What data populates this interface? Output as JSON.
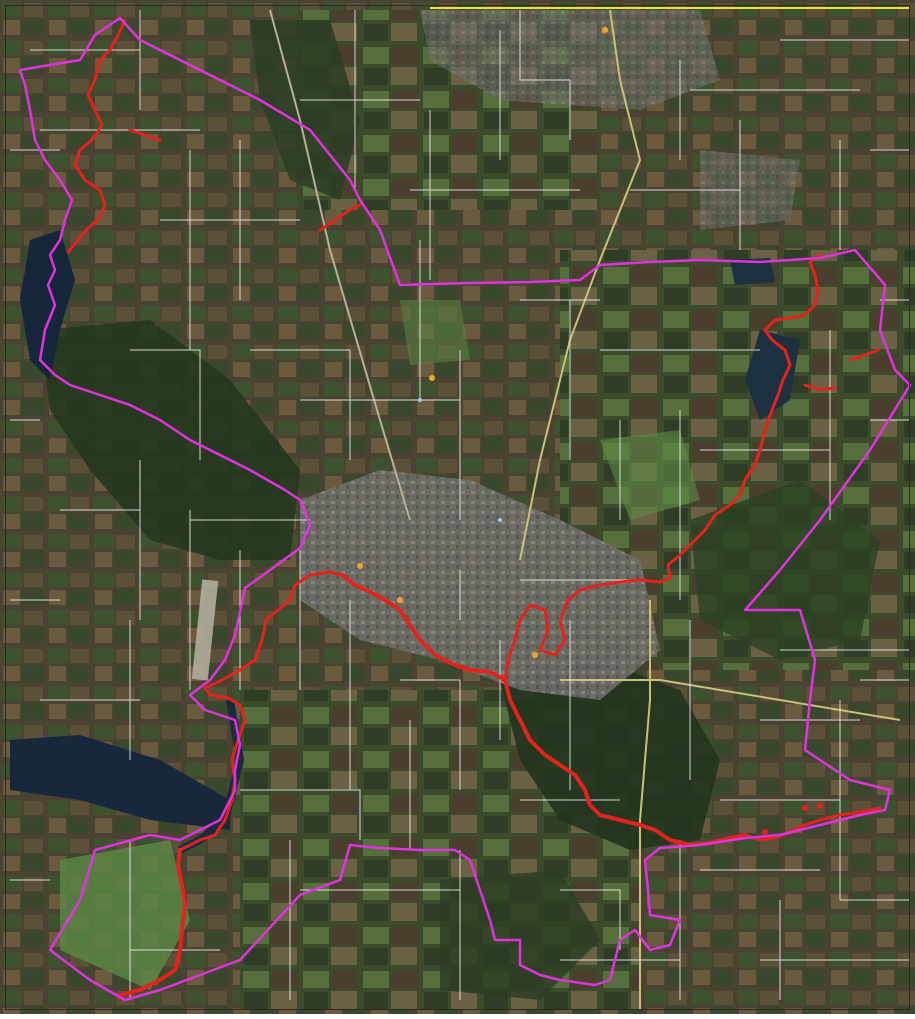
{
  "map": {
    "type": "satellite-imagery",
    "overlays": [
      {
        "name": "district-boundary",
        "color": "#e033e0"
      },
      {
        "name": "river-corridor",
        "color": "#e3231c"
      },
      {
        "name": "cadastral-grid",
        "color": "#f2f2f2"
      },
      {
        "name": "top-edge-road",
        "color": "#e8e040"
      }
    ],
    "base_colors": {
      "forest": "#2f4a2a",
      "fields_dark": "#4a3f2c",
      "fields_green": "#4d6e3a",
      "urban": "#7b7b78",
      "water": "#1b2a3c"
    },
    "labels": []
  }
}
